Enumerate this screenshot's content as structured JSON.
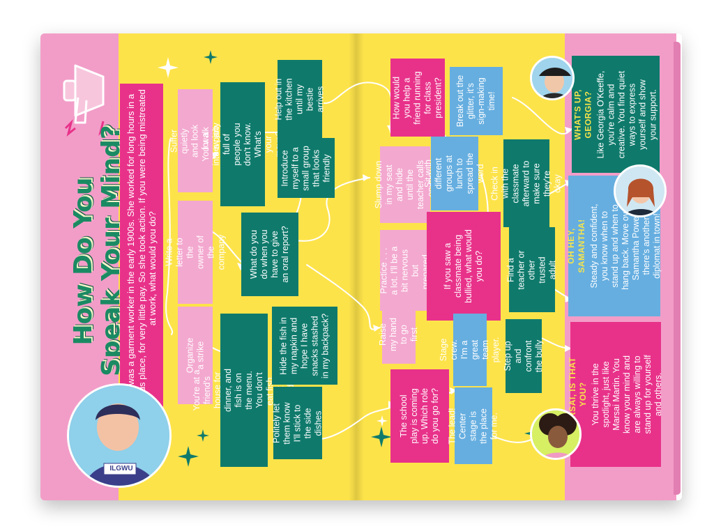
{
  "title": {
    "line1": "How Do You",
    "line2": "Speak Your Mind?"
  },
  "intro": "Clara Lemlich was a garment worker in the early 1900s. She worked for long hours in a dark, dangerous place, for very little pay. So she took action. If you were being mistreated at work, what would you do?",
  "col1": {
    "a": "Suffer quietly and look for a new job",
    "b": "Write a letter to the owner of the company",
    "c": "Organize a strike"
  },
  "col2": {
    "party": "You walk into a party full of people you don't know. What's your move?",
    "dinner": "You're at a friend's house for dinner, and fish is on the menu. You don't eat fish. What do you do?"
  },
  "col3": {
    "kitchen": "Help out in the kitchen until my bestie arrives",
    "introduce": "Introduce myself to a small group that looks friendly",
    "oral": "What do you do when you have to give an oral report?",
    "hide_fish": "Hide the fish in my napkin and hope I have snacks stashed in my backpack?",
    "politely": "Politely let them know I'll stick to the side dishes"
  },
  "col4": {
    "slump": "Slump down in my seat and hide until the teacher calls on me",
    "practice": "Practice . . . a lot. I'll be a bit nervous but prepared.",
    "raise": "Raise my hand to go first",
    "play": "The school play is coming up. Which role do you go for?"
  },
  "col5": {
    "president": "How would you help a friend running for class president?",
    "sit": "Sit with different groups at lunch to spread the word",
    "bullied": "If you saw a classmate being bullied, what would you do?",
    "stage_crew": "Stage crew. I'm a great team player.",
    "lead": "The lead! Center stage is the place for me."
  },
  "col6": {
    "glitter": "Break out the glitter, it's sign-making time!",
    "check_in": "Check in with the classmate afterward to make sure they're okay",
    "teacher": "Find a teacher or other trusted adult",
    "confront": "Step up and confront the bully"
  },
  "results": {
    "georgia": {
      "title": "WHAT'S UP, GEORGIA?",
      "body": "Like Georgia O'Keeffe, you're calm and creative. You find quiet ways to express yourself and show your support."
    },
    "samantha": {
      "title": "OH HEY, SAMANTHA!",
      "body": "Steady and confident, you know when to stand up and when to hang back. Move over, Samantha Power, there's another diplomat in town!"
    },
    "marsai": {
      "title": "MARSAI, IS THAT YOU?",
      "body": "You thrive in the spotlight, just like Marsai Martin. You know your mind and are always willing to stand up for yourself and others."
    }
  },
  "badge": "ILGWU",
  "colors": {
    "pink": "#e8328a",
    "light_pink": "#f3a8cf",
    "teal": "#0f7a6c",
    "blue": "#66aee0",
    "yellow": "#fde34a",
    "page_pink": "#f29dc8",
    "title_green": "#1a8a63"
  }
}
